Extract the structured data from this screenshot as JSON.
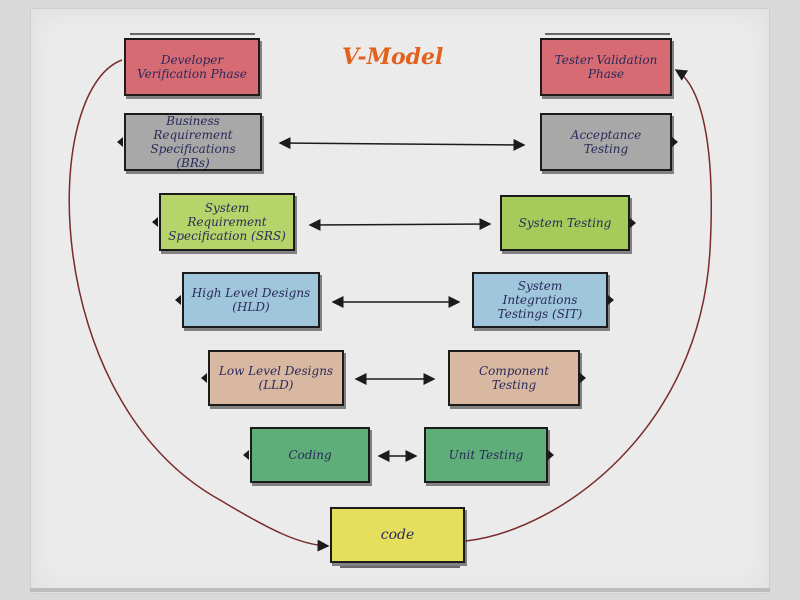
{
  "title": "V-Model",
  "left_column": [
    {
      "text": "Developer Verification Phase",
      "color": "#d66b74"
    },
    {
      "text": "Business Requirement Specifications (BRs)",
      "color": "#a8a8a8"
    },
    {
      "text": "System Requirement Specification (SRS)",
      "color": "#b5d56a"
    },
    {
      "text": "High Level Designs (HLD)",
      "color": "#9fc6db"
    },
    {
      "text": "Low Level Designs (LLD)",
      "color": "#d8b8a0"
    },
    {
      "text": "Coding",
      "color": "#5fae7a"
    }
  ],
  "right_column": [
    {
      "text": "Tester Validation Phase",
      "color": "#d66b74"
    },
    {
      "text": "Acceptance Testing",
      "color": "#a8a8a8"
    },
    {
      "text": "System Testing",
      "color": "#a5cc5a"
    },
    {
      "text": "System Integrations Testings (SIT)",
      "color": "#9fc6db"
    },
    {
      "text": "Component Testing",
      "color": "#d8b8a0"
    },
    {
      "text": "Unit Testing",
      "color": "#5fae7a"
    }
  ],
  "bottom": {
    "text": "code",
    "color": "#e6df5e"
  },
  "colors": {
    "ink": "#1b1b1b",
    "curve": "#7a2a2a",
    "title": "#e2621d"
  }
}
